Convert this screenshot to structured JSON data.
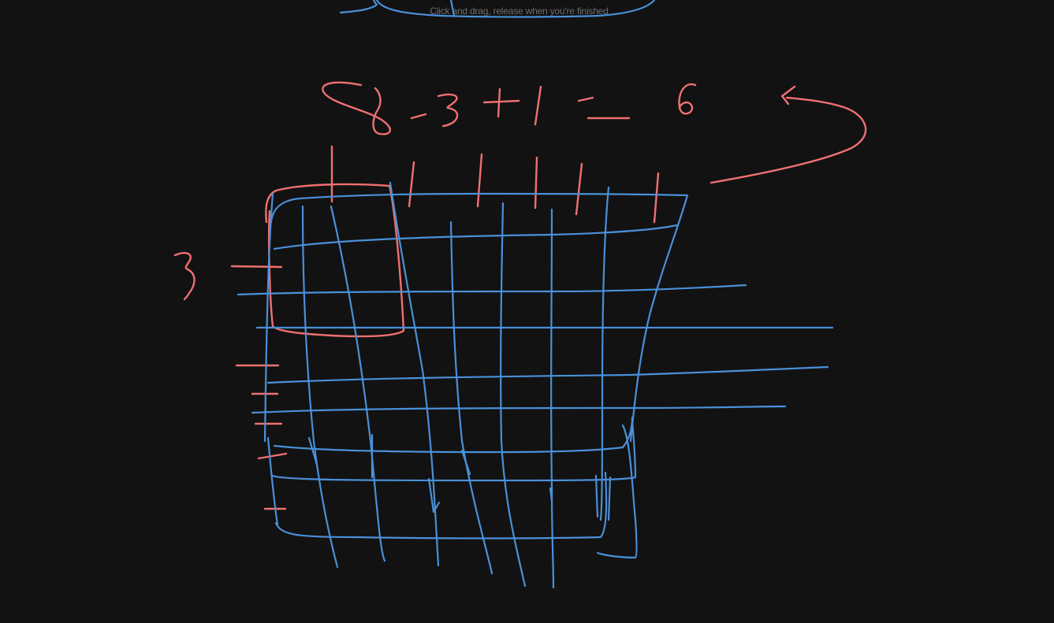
{
  "canvas": {
    "background": "#121212",
    "hint_text": "Click and drag, release when you're finished",
    "hint_color": "#6d6d6d"
  },
  "ink": {
    "blue": "#4a90d9",
    "red": "#f07070"
  },
  "handwriting": {
    "equation": "8-3+1 = 6",
    "left_label": "3"
  }
}
